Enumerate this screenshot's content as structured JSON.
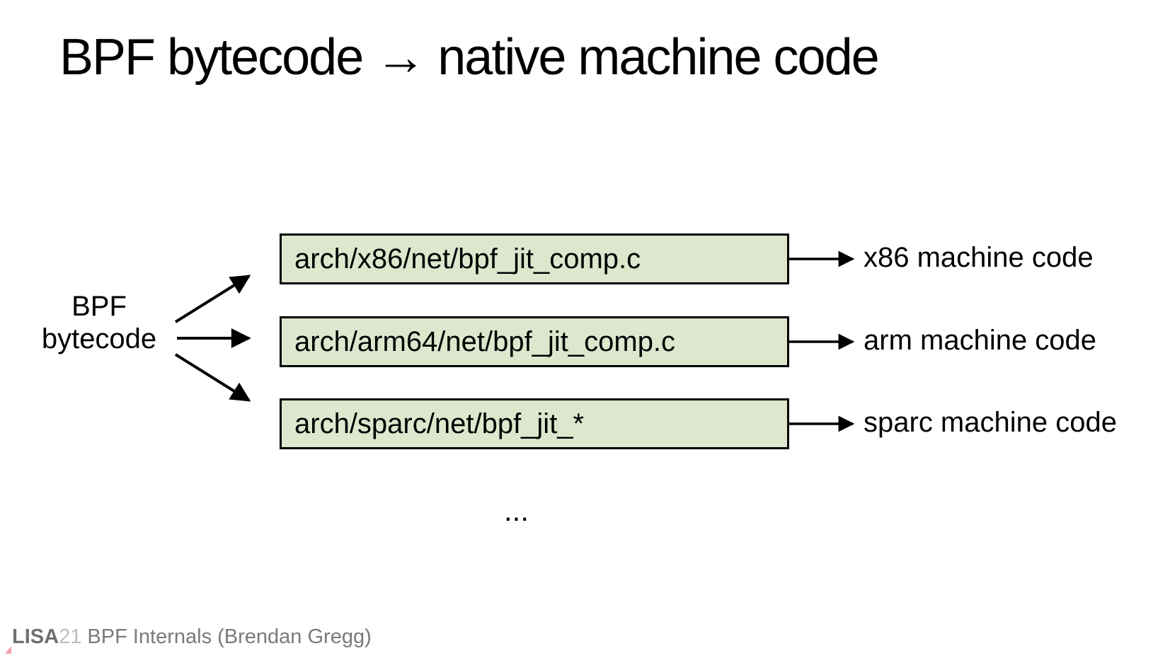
{
  "slide": {
    "title": "BPF bytecode → native machine code",
    "source_label": {
      "line1": "BPF",
      "line2": "bytecode"
    },
    "rows": [
      {
        "file": "arch/x86/net/bpf_jit_comp.c",
        "output": "x86 machine code"
      },
      {
        "file": "arch/arm64/net/bpf_jit_comp.c",
        "output": "arm machine code"
      },
      {
        "file": "arch/sparc/net/bpf_jit_*",
        "output": "sparc machine code"
      }
    ],
    "ellipsis": "...",
    "colors": {
      "box_fill": "#dce7cd",
      "box_border": "#000000",
      "arrow": "#000000",
      "footer_brand_gray": "#6f6f6f",
      "footer_year_gray": "#bdbdbd",
      "footer_text_gray": "#7a7a7a",
      "flag_pink": "#f4a3ae"
    }
  },
  "footer": {
    "brand": "LISA",
    "year": "21",
    "text": "BPF Internals (Brendan Gregg)"
  }
}
